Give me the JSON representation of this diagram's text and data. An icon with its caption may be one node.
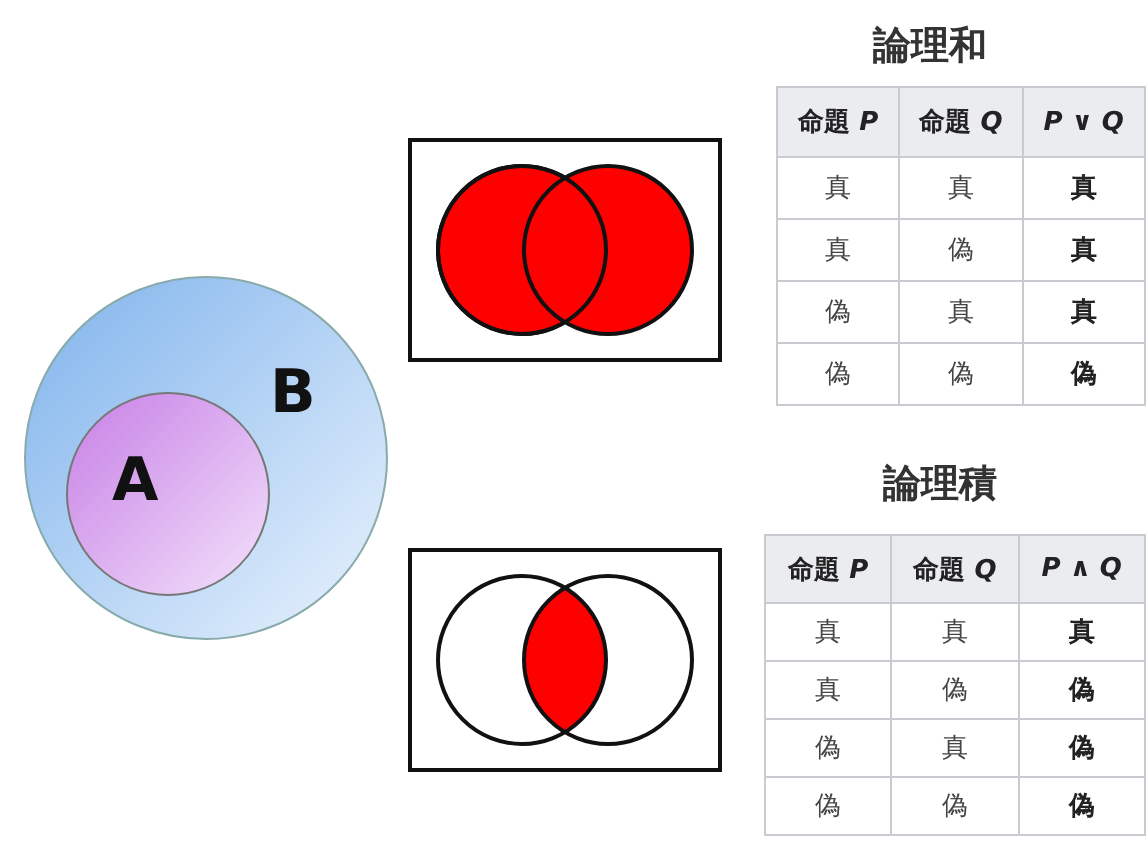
{
  "diagram": {
    "nodes": [
      {
        "text": [
          "B"
        ]
      },
      {
        "text": [
          "A"
        ],
        "in": 0
      }
    ],
    "labels": [
      "論理和",
      "命題 *P*",
      "命題 *Q*",
      "*P* ∨ *Q*",
      "真",
      "真",
      "真",
      "真",
      "偽",
      "真",
      "偽",
      "真",
      "真",
      "偽",
      "偽",
      "偽",
      "論理積",
      "命題 *P*",
      "命題 *Q*",
      "*P* ∧ *Q*",
      "真",
      "真",
      "真",
      "真",
      "偽",
      "偽",
      "偽",
      "真",
      "偽",
      "偽",
      "偽",
      "偽"
    ]
  }
}
